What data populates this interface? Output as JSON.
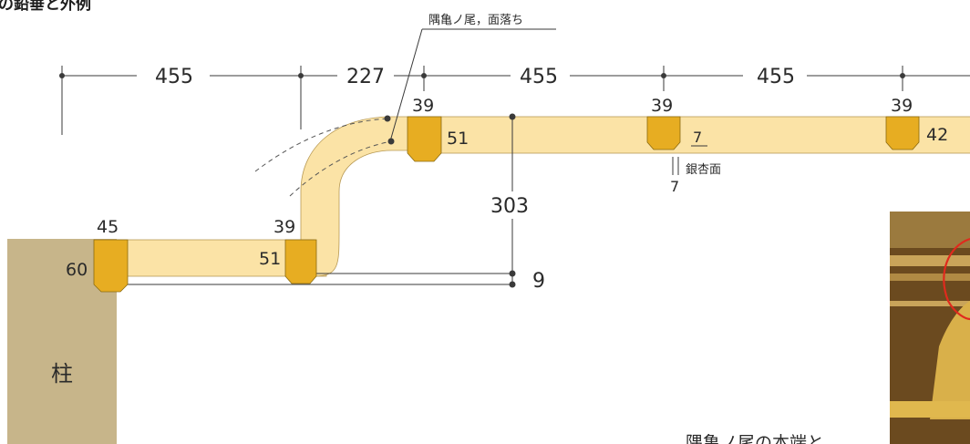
{
  "title_fragment": "の鉛垂と外例",
  "callout_label": "隅亀ノ尾，面落ち",
  "pillar_label": "柱",
  "bottom_caption": "隅亀ノ尾の本端と",
  "spans": [
    "455",
    "227",
    "455",
    "455"
  ],
  "rise": "303",
  "gap": "9",
  "icho_size_top": "7",
  "icho_size_bottom": "7",
  "icho_label": "銀杏面",
  "blocks": {
    "b1_width": "45",
    "b1_height": "60",
    "b2_width": "39",
    "b2_height": "51",
    "b3_width": "39",
    "b3_height": "51",
    "b4_width": "39",
    "b5_width": "39",
    "b5_height": "42"
  },
  "colors": {
    "rail": "#fbe3a6",
    "block": "#e7ad22",
    "pillar": "#c7b58a",
    "line": "#3a3a3a",
    "accent_red": "#e02a1d"
  }
}
